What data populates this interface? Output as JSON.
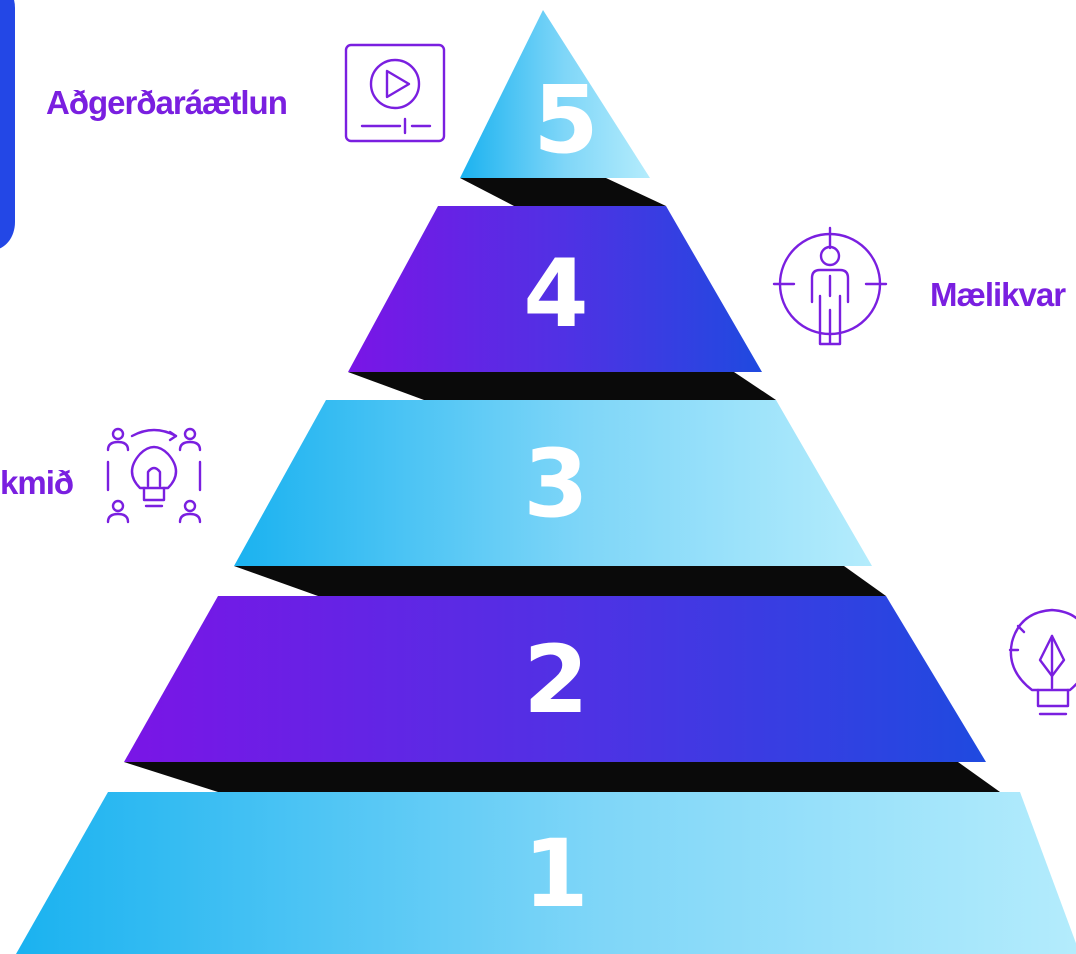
{
  "tiers": [
    {
      "number": "5"
    },
    {
      "number": "4"
    },
    {
      "number": "3"
    },
    {
      "number": "2"
    },
    {
      "number": "1"
    }
  ],
  "labels": {
    "action_plan": "Aðgerðaráætlun",
    "metrics": "Mælikvar",
    "goals": "kmið"
  },
  "icons": [
    "play-screen-icon",
    "target-person-icon",
    "team-idea-icon",
    "lightbulb-gear-icon"
  ],
  "colors": {
    "light_blue_start": "#1ab2f0",
    "light_blue_end": "#aee9fb",
    "purple_start": "#7a15e6",
    "purple_end": "#1f4ae0",
    "band_shadow": "#0a0a0a",
    "label_purple": "#7a1fe0",
    "top_left_card": "#2347e6"
  }
}
